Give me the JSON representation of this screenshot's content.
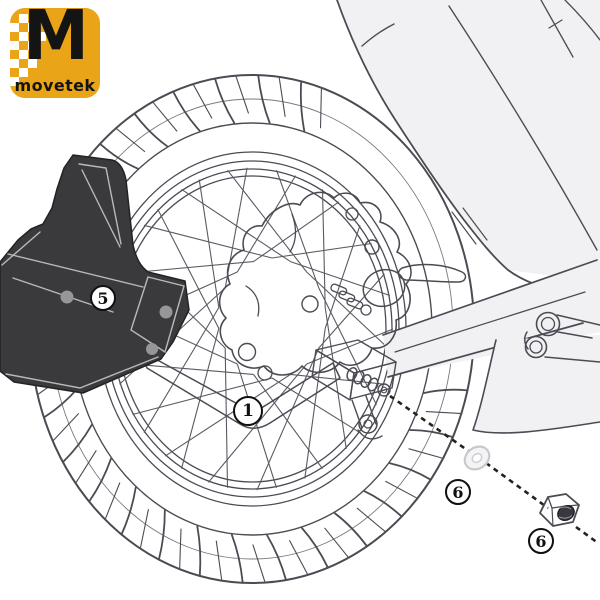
{
  "page": {
    "background": "#ffffff"
  },
  "logo": {
    "monogram": "M",
    "wordmark": "movetek",
    "bg_color": "#EAA417",
    "text_color": "#141414"
  },
  "callouts": [
    {
      "label": "1"
    },
    {
      "label": "5"
    },
    {
      "label": "6"
    },
    {
      "label": "6"
    }
  ],
  "colors": {
    "outline": "#4b4b54",
    "panel_fill": "#f1f1f3",
    "fender_fill": "#3a3a3c",
    "fender_highlight": "#b9b9bb",
    "arm_fill": "#a8a8aa",
    "hole_fill": "#95959a",
    "dash": "#222222",
    "washer_stroke": "#c9c9cd",
    "nut_insert": "#38383e"
  }
}
